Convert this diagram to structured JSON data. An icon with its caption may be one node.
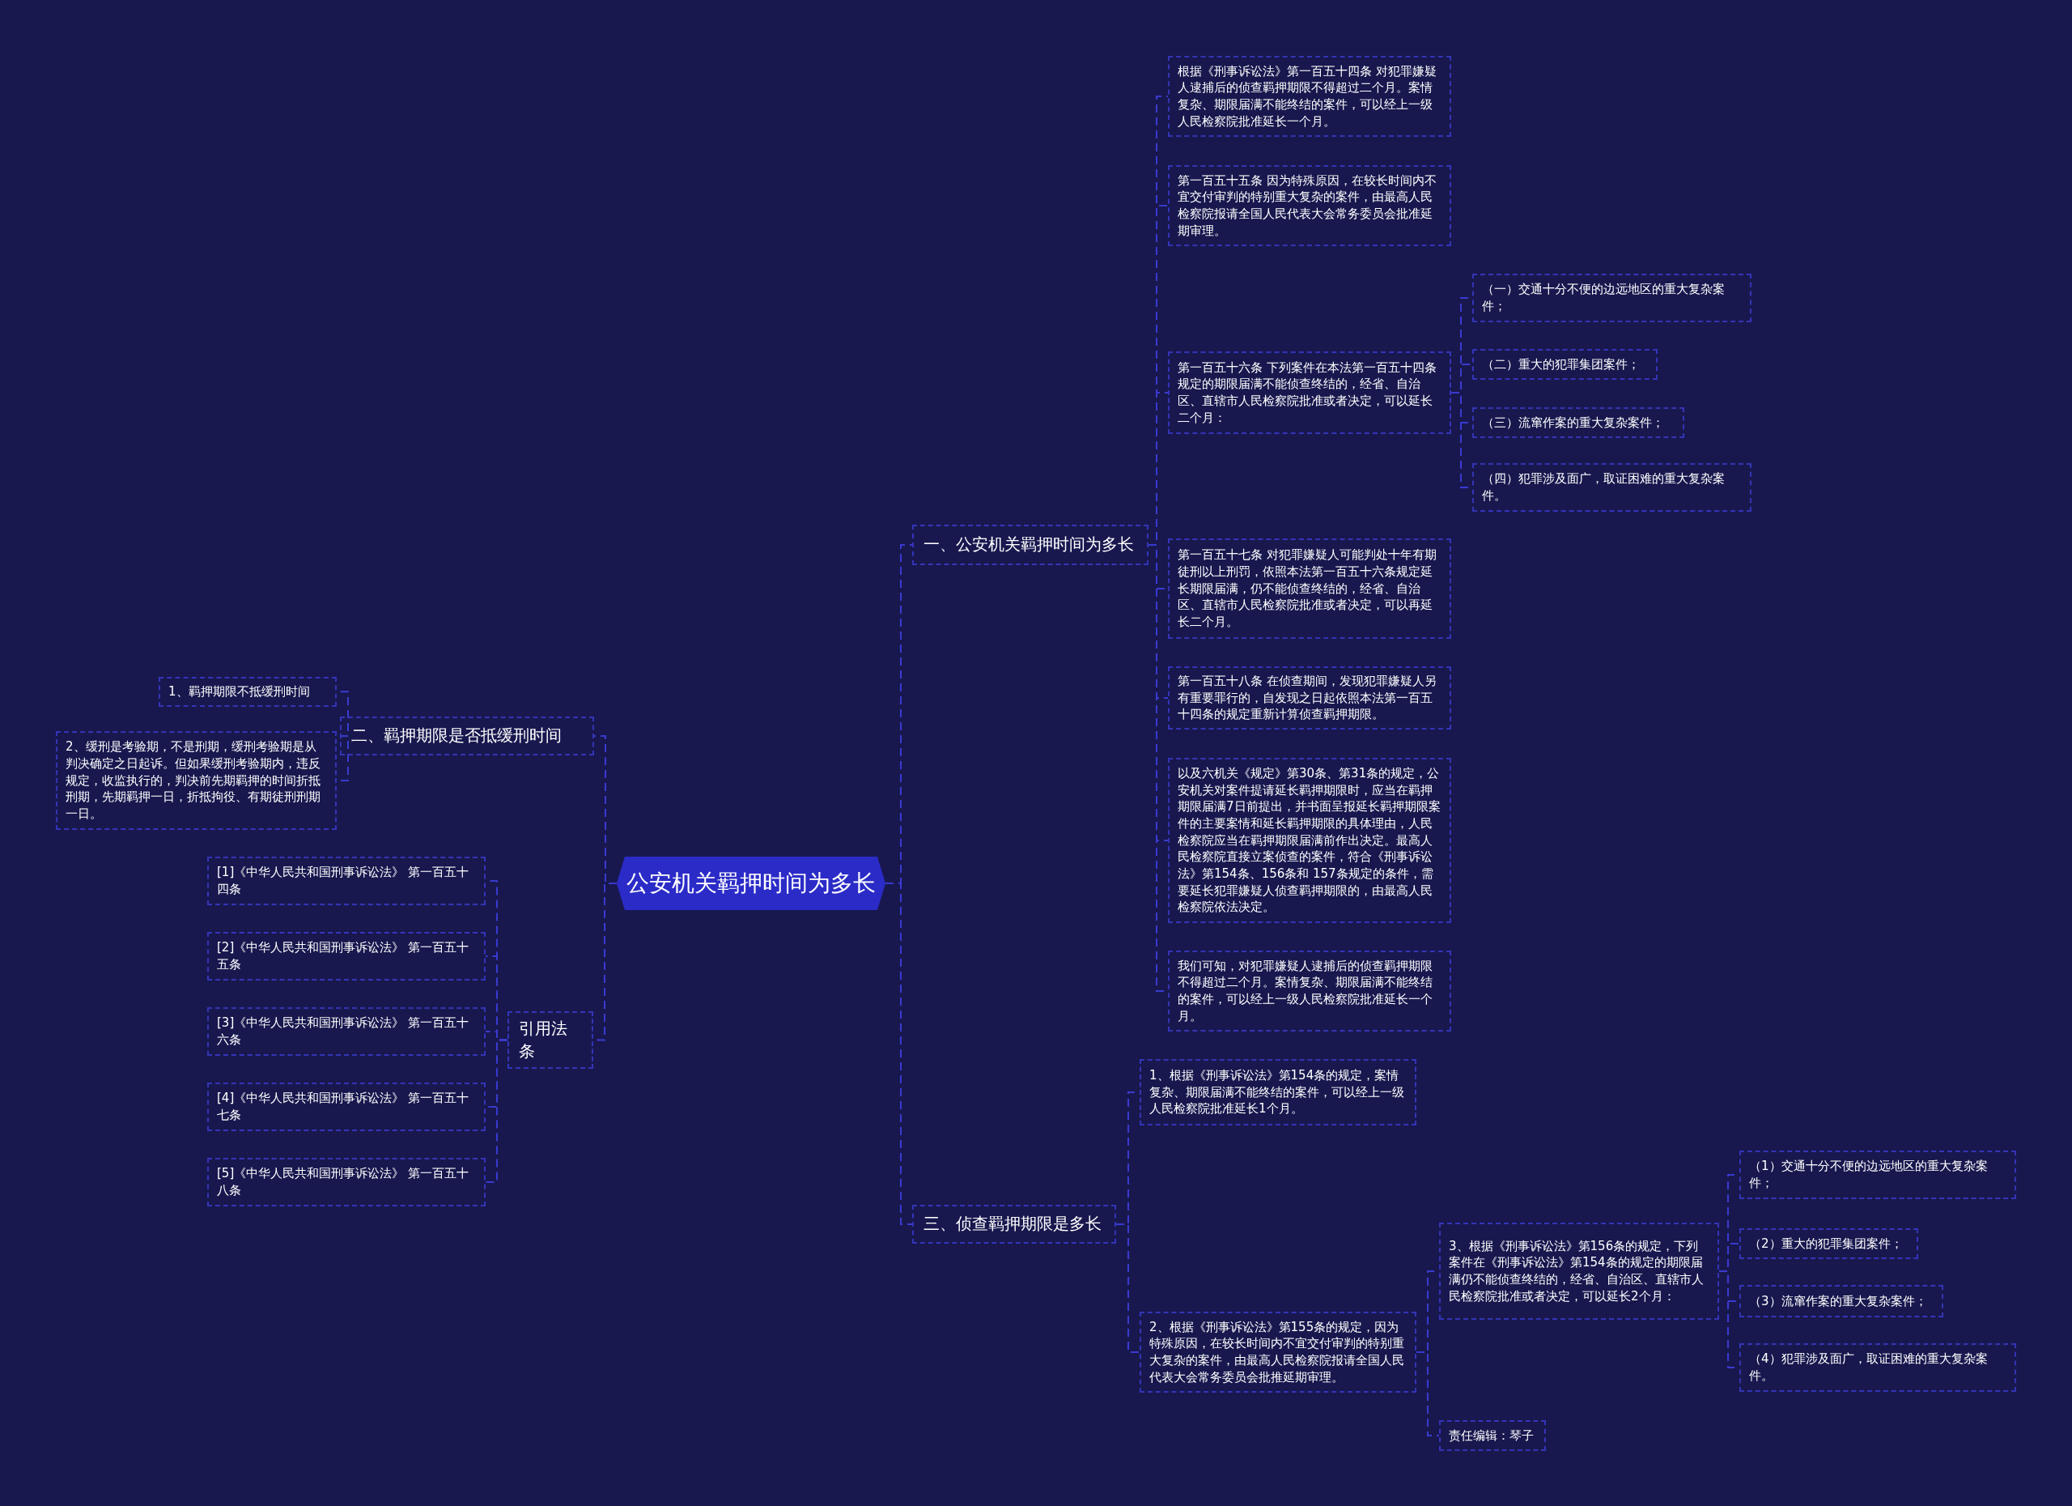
{
  "diagram": {
    "nodes": [
      {
        "text": [
          "公安机关羁押时间为多长"
        ]
      },
      {
        "text": [
          "一、公安机关羁押时间为多长"
        ]
      },
      {
        "text": [
          "根据《刑事诉讼法》第一百五十四条 对犯罪嫌疑人逮捕后的侦查羁押期限不得超过二个月。案情复杂、期限届满不能终结的案件，可以经上一级人民检察院批准延长一个月。"
        ]
      },
      {
        "text": [
          "第一百五十五条 因为特殊原因，在较长时间内不宜交付审判的特别重大复杂的案件，由最高人民检察院报请全国人民代表大会常务委员会批准延期审理。"
        ]
      },
      {
        "text": [
          "第一百五十六条 下列案件在本法第一百五十四条规定的期限届满不能侦查终结的，经省、自治区、直辖市人民检察院批准或者决定，可以延长二个月："
        ]
      },
      {
        "text": [
          "（一）交通十分不便的边远地区的重大复杂案件；"
        ]
      },
      {
        "text": [
          "（二）重大的犯罪集团案件；"
        ]
      },
      {
        "text": [
          "（三）流窜作案的重大复杂案件；"
        ]
      },
      {
        "text": [
          "（四）犯罪涉及面广，取证困难的重大复杂案件。"
        ]
      },
      {
        "text": [
          "第一百五十七条 对犯罪嫌疑人可能判处十年有期徒刑以上刑罚，依照本法第一百五十六条规定延长期限届满，仍不能侦查终结的，经省、自治区、直辖市人民检察院批准或者决定，可以再延长二个月。"
        ]
      },
      {
        "text": [
          "第一百五十八条 在侦查期间，发现犯罪嫌疑人另有重要罪行的，自发现之日起依照本法第一百五十四条的规定重新计算侦查羁押期限。"
        ]
      },
      {
        "text": [
          "以及六机关《规定》第30条、第31条的规定，公安机关对案件提请延长羁押期限时，应当在羁押期限届满7日前提出，并书面呈报延长羁押期限案件的主要案情和延长羁押期限的具体理由，人民检察院应当在羁押期限届满前作出决定。最高人民检察院直接立案侦查的案件，符合《刑事诉讼法》第154条、156条和 157条规定的条件，需要延长犯罪嫌疑人侦查羁押期限的，由最高人民检察院依法决定。"
        ]
      },
      {
        "text": [
          "我们可知，对犯罪嫌疑人逮捕后的侦查羁押期限不得超过二个月。案情复杂、期限届满不能终结的案件，可以经上一级人民检察院批准延长一个月。"
        ]
      },
      {
        "text": [
          "三、侦查羁押期限是多长"
        ]
      },
      {
        "text": [
          "1、根据《刑事诉讼法》第154条的规定，案情复杂、期限届满不能终结的案件，可以经上一级人民检察院批准延长1个月。"
        ]
      },
      {
        "text": [
          "2、根据《刑事诉讼法》第155条的规定，因为特殊原因，在较长时间内不宜交付审判的特别重大复杂的案件，由最高人民检察院报请全国人民代表大会常务委员会批推延期审理。"
        ]
      },
      {
        "text": [
          "3、根据《刑事诉讼法》第156条的规定，下列案件在《刑事诉讼法》第154条的规定的期限届满仍不能侦查终结的，经省、自治区、直辖市人民检察院批准或者决定，可以延长2个月："
        ]
      },
      {
        "text": [
          "（1）交通十分不便的边远地区的重大复杂案件；"
        ]
      },
      {
        "text": [
          "（2）重大的犯罪集团案件；"
        ]
      },
      {
        "text": [
          "（3）流窜作案的重大复杂案件；"
        ]
      },
      {
        "text": [
          "（4）犯罪涉及面广，取证困难的重大复杂案件。"
        ]
      },
      {
        "text": [
          "责任编辑：琴子"
        ]
      },
      {
        "text": [
          "二、羁押期限是否抵缓刑时间"
        ]
      },
      {
        "text": [
          "1、羁押期限不抵缓刑时间"
        ]
      },
      {
        "text": [
          "2、缓刑是考验期，不是刑期，缓刑考验期是从判决确定之日起诉。但如果缓刑考验期内，违反规定，收监执行的，判决前先期羁押的时间折抵刑期，先期羁押一日，折抵拘役、有期徒刑刑期一日。"
        ]
      },
      {
        "text": [
          "引用法条"
        ]
      },
      {
        "text": [
          "[1]《中华人民共和国刑事诉讼法》 第一百五十四条"
        ]
      },
      {
        "text": [
          "[2]《中华人民共和国刑事诉讼法》 第一百五十五条"
        ]
      },
      {
        "text": [
          "[3]《中华人民共和国刑事诉讼法》 第一百五十六条"
        ]
      },
      {
        "text": [
          "[4]《中华人民共和国刑事诉讼法》 第一百五十七条"
        ]
      },
      {
        "text": [
          "[5]《中华人民共和国刑事诉讼法》 第一百五十八条"
        ]
      }
    ],
    "edges": [
      {
        "from": 0,
        "to": 1,
        "arrow": "none"
      },
      {
        "from": 1,
        "to": 2,
        "arrow": "none"
      },
      {
        "from": 1,
        "to": 3,
        "arrow": "none"
      },
      {
        "from": 1,
        "to": 4,
        "arrow": "none"
      },
      {
        "from": 4,
        "to": 5,
        "arrow": "none"
      },
      {
        "from": 4,
        "to": 6,
        "arrow": "none"
      },
      {
        "from": 4,
        "to": 7,
        "arrow": "none"
      },
      {
        "from": 4,
        "to": 8,
        "arrow": "none"
      },
      {
        "from": 1,
        "to": 9,
        "arrow": "none"
      },
      {
        "from": 1,
        "to": 10,
        "arrow": "none"
      },
      {
        "from": 1,
        "to": 11,
        "arrow": "none"
      },
      {
        "from": 1,
        "to": 12,
        "arrow": "none"
      },
      {
        "from": 0,
        "to": 13,
        "arrow": "none"
      },
      {
        "from": 13,
        "to": 14,
        "arrow": "none"
      },
      {
        "from": 13,
        "to": 15,
        "arrow": "none"
      },
      {
        "from": 15,
        "to": 16,
        "arrow": "none"
      },
      {
        "from": 16,
        "to": 17,
        "arrow": "none"
      },
      {
        "from": 16,
        "to": 18,
        "arrow": "none"
      },
      {
        "from": 16,
        "to": 19,
        "arrow": "none"
      },
      {
        "from": 16,
        "to": 20,
        "arrow": "none"
      },
      {
        "from": 15,
        "to": 21,
        "arrow": "none"
      },
      {
        "from": 0,
        "to": 22,
        "arrow": "none"
      },
      {
        "from": 22,
        "to": 23,
        "arrow": "none"
      },
      {
        "from": 22,
        "to": 24,
        "arrow": "none"
      },
      {
        "from": 0,
        "to": 25,
        "arrow": "none"
      },
      {
        "from": 25,
        "to": 26,
        "arrow": "none"
      },
      {
        "from": 25,
        "to": 27,
        "arrow": "none"
      },
      {
        "from": 25,
        "to": 28,
        "arrow": "none"
      },
      {
        "from": 25,
        "to": 29,
        "arrow": "none"
      },
      {
        "from": 25,
        "to": 30,
        "arrow": "none"
      }
    ]
  }
}
